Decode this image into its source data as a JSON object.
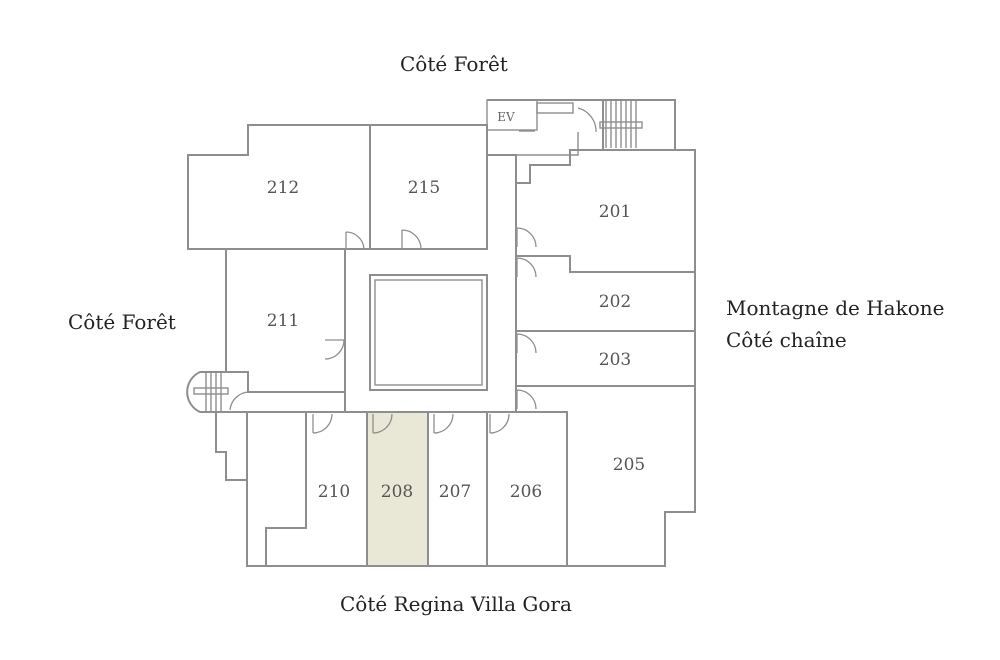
{
  "labels": {
    "north": "Côté Forêt",
    "west": "Côté Forêt",
    "east_line1": "Montagne de Hakone",
    "east_line2": "Côté chaîne",
    "south": "Côté Regina Villa Gora"
  },
  "rooms": {
    "r212": "212",
    "r215": "215",
    "r201": "201",
    "r211": "211",
    "r202": "202",
    "r203": "203",
    "r205": "205",
    "r210": "210",
    "r208": "208",
    "r207": "207",
    "r206": "206"
  },
  "elevator": "EV",
  "colors": {
    "wall": "#8e8e8e",
    "highlight_room": "#e9e8d6",
    "background": "#ffffff"
  }
}
